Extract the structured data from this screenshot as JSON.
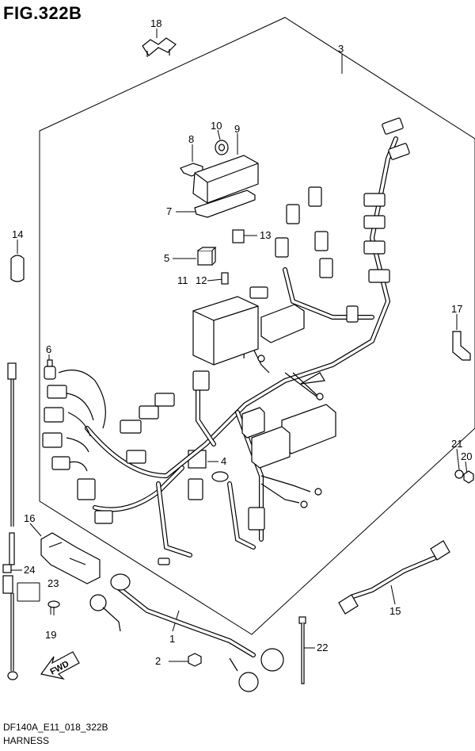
{
  "figure": {
    "title": "FIG.322B",
    "code": "DF140A_E11_018_322B",
    "name": "HARNESS"
  },
  "callouts": [
    "18",
    "3",
    "10",
    "9",
    "8",
    "7",
    "14",
    "13",
    "5",
    "11",
    "12",
    "6",
    "17",
    "4",
    "21",
    "20",
    "16",
    "24",
    "23",
    "19",
    "15",
    "1",
    "2",
    "22"
  ],
  "fwd_label": "FWD"
}
